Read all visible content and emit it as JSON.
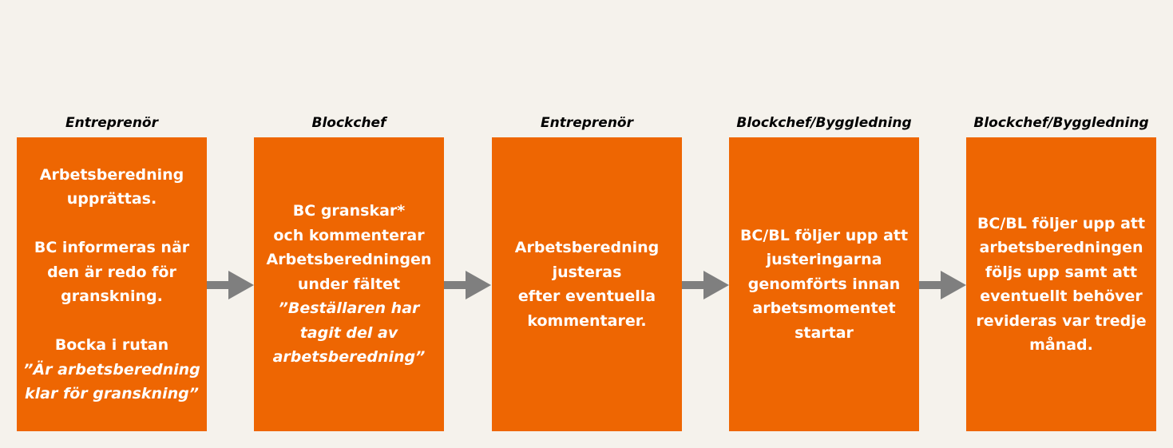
{
  "steps": [
    {
      "role": "Entreprenör",
      "lines": [
        {
          "text": "Arbetsberedning",
          "italic": false
        },
        {
          "text": "upprättas.",
          "italic": false
        },
        {
          "text": "",
          "italic": false
        },
        {
          "text": "BC informeras när",
          "italic": false
        },
        {
          "text": "den är redo för",
          "italic": false
        },
        {
          "text": "granskning.",
          "italic": false
        },
        {
          "text": "",
          "italic": false
        },
        {
          "text": "Bocka i rutan",
          "italic": false
        },
        {
          "text": "”Är arbetsberedning",
          "italic": true
        },
        {
          "text": "klar för granskning”",
          "italic": true
        }
      ]
    },
    {
      "role": "Blockchef",
      "lines": [
        {
          "text": "BC granskar*",
          "italic": false
        },
        {
          "text": "och kommenterar",
          "italic": false
        },
        {
          "text": "Arbetsberedningen",
          "italic": false
        },
        {
          "text": "under fältet",
          "italic": false
        },
        {
          "text": "”Beställaren har",
          "italic": true
        },
        {
          "text": "tagit del av",
          "italic": true
        },
        {
          "text": "arbetsberedning”",
          "italic": true
        }
      ]
    },
    {
      "role": "Entreprenör",
      "lines": [
        {
          "text": "Arbetsberedning",
          "italic": false
        },
        {
          "text": "justeras",
          "italic": false
        },
        {
          "text": "efter eventuella",
          "italic": false
        },
        {
          "text": "kommentarer.",
          "italic": false
        }
      ]
    },
    {
      "role": "Blockchef/Byggledning",
      "lines": [
        {
          "text": "BC/BL följer upp att",
          "italic": false
        },
        {
          "text": "justeringarna",
          "italic": false
        },
        {
          "text": "genomförts innan",
          "italic": false
        },
        {
          "text": "arbetsmomentet",
          "italic": false
        },
        {
          "text": "startar",
          "italic": false
        }
      ]
    },
    {
      "role": "Blockchef/Byggledning",
      "lines": [
        {
          "text": "BC/BL följer upp att",
          "italic": false
        },
        {
          "text": "arbetsberedningen",
          "italic": false
        },
        {
          "text": "följs upp samt att",
          "italic": false
        },
        {
          "text": "eventuellt behöver",
          "italic": false
        },
        {
          "text": "revideras var tredje",
          "italic": false
        },
        {
          "text": "månad.",
          "italic": false
        }
      ]
    }
  ],
  "colors": {
    "background": "#f5f2ec",
    "box": "#ee6602",
    "box_text": "#ffffff",
    "arrow": "#7f7f7f",
    "role_text": "#000000"
  }
}
